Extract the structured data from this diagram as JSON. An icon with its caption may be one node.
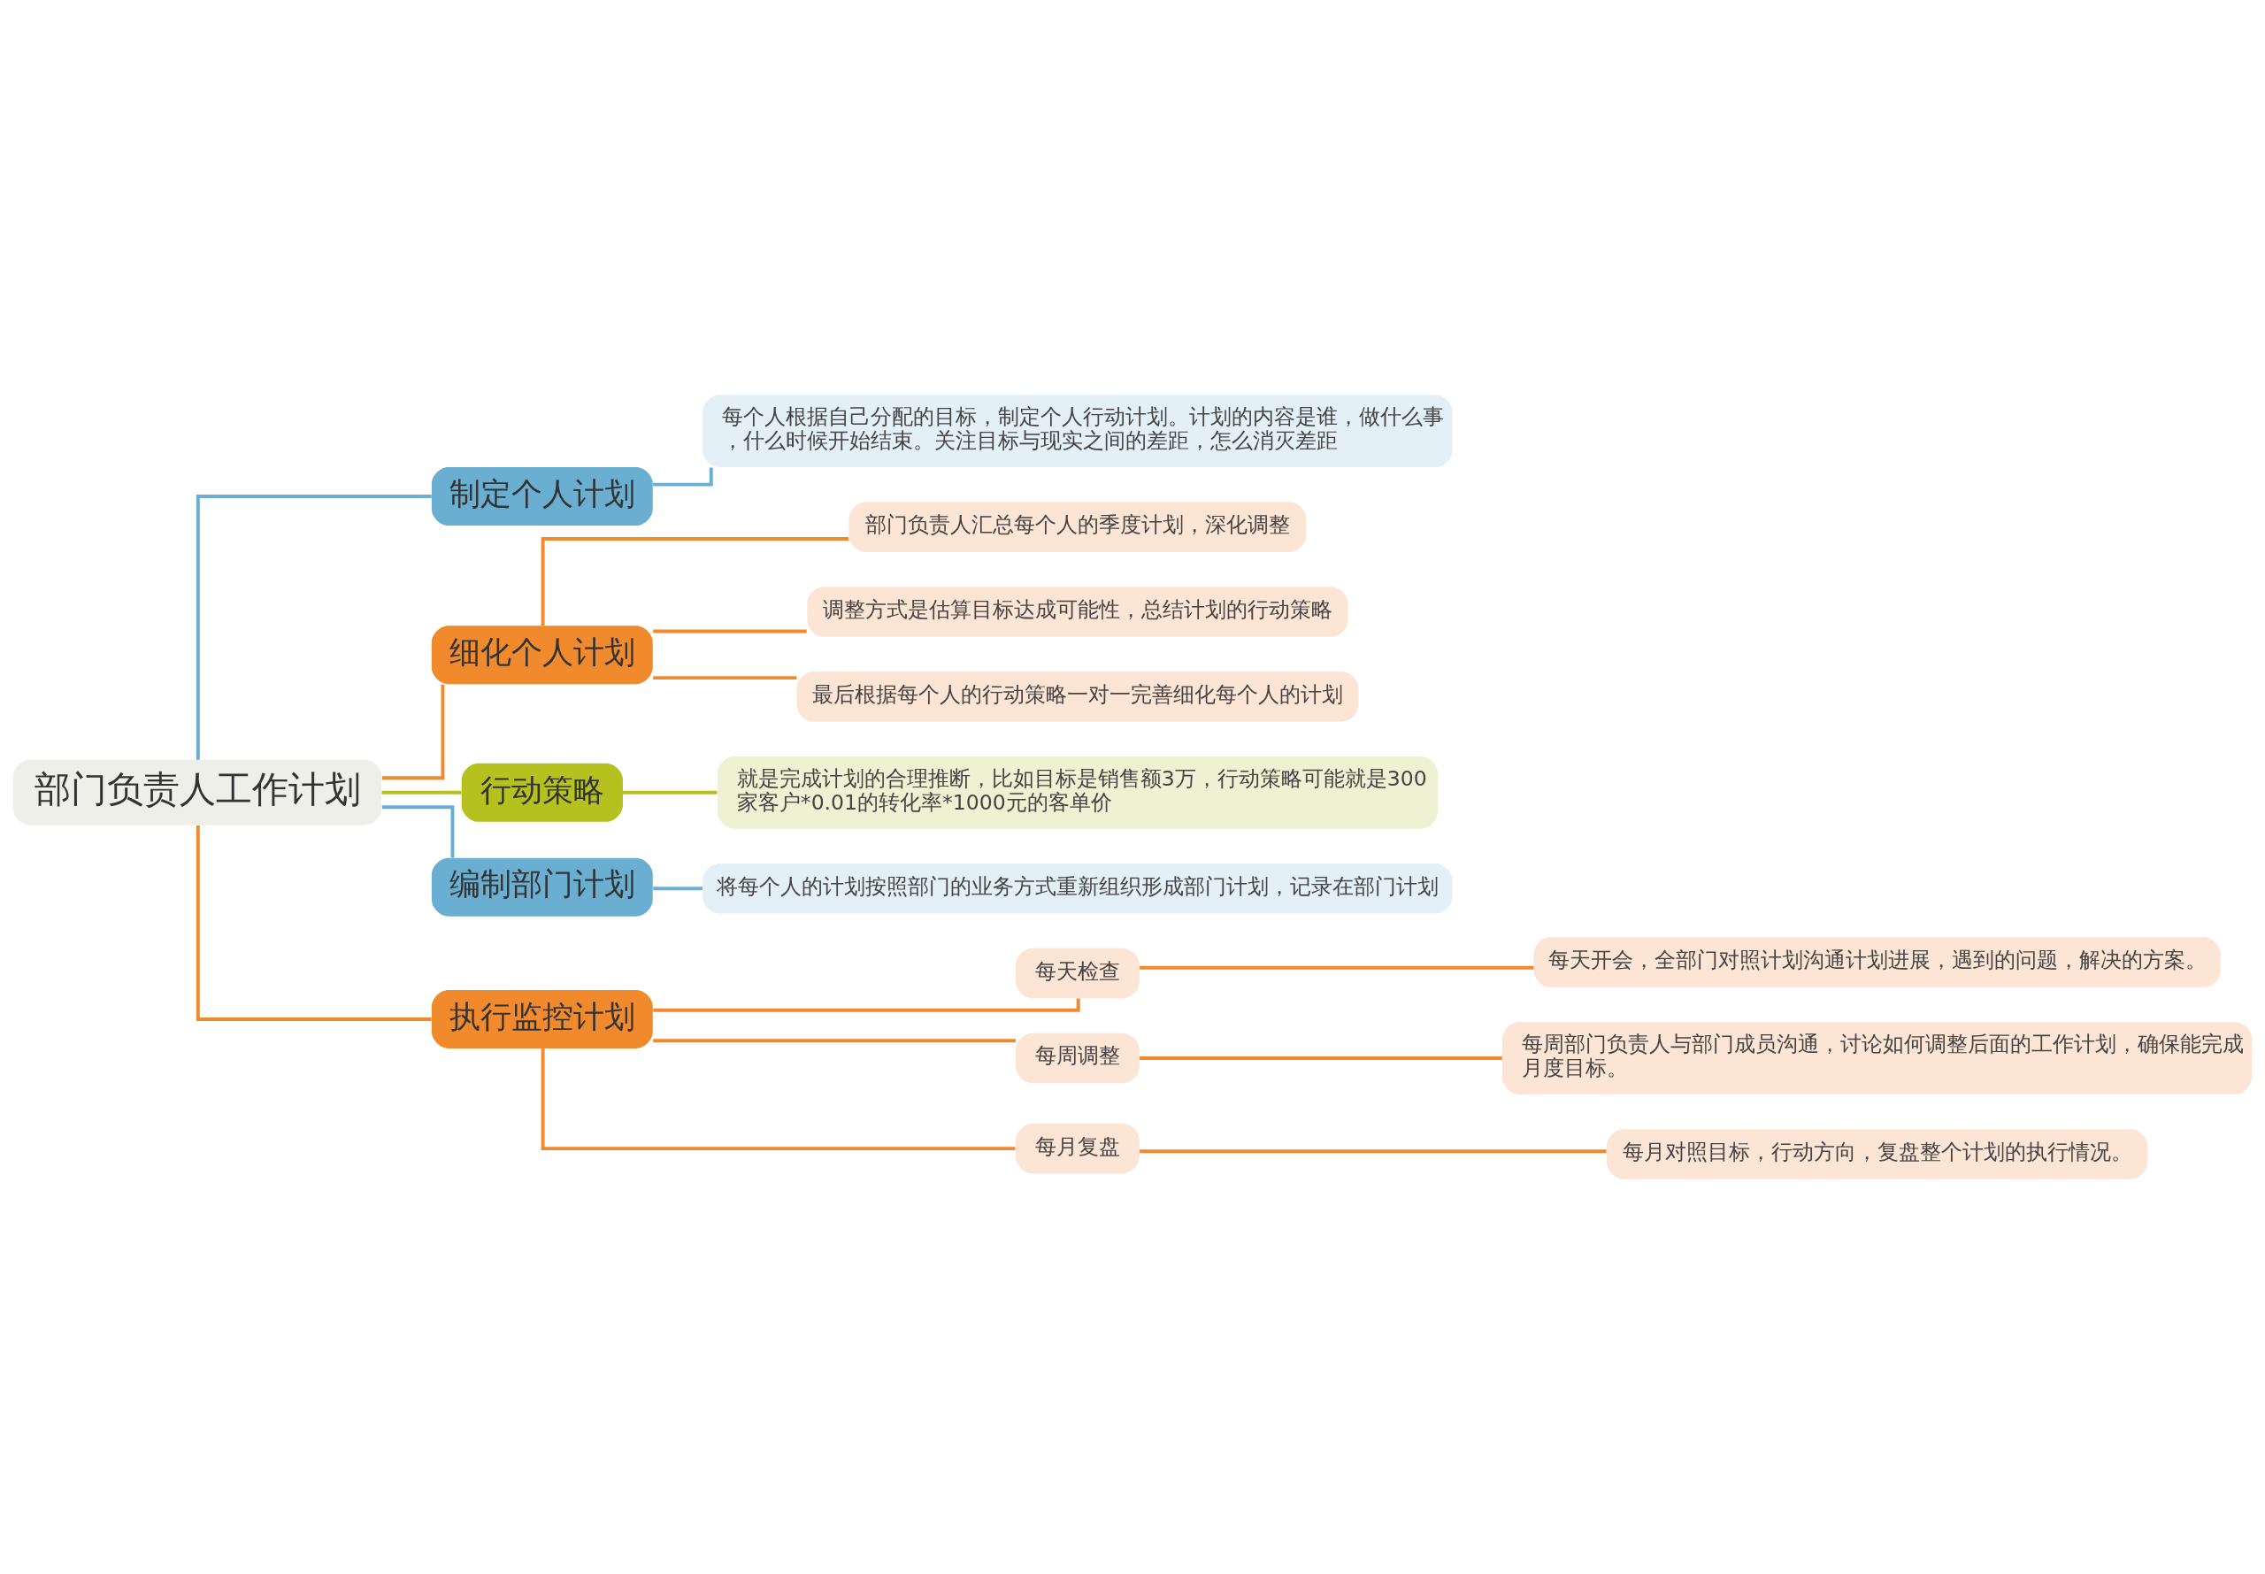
{
  "diagram": {
    "nodes": [
      {
        "text": [
          "部门负责人工作计划"
        ]
      },
      {
        "text": [
          "制定个人计划"
        ]
      },
      {
        "text": [
          "每个人根据自己分配的目标，制定个人行动计划。计划的内容是谁，做什么事，什么时候开始结束。关注目标与现实之间的差距，怎么消灭差距"
        ]
      },
      {
        "text": [
          "细化个人计划"
        ]
      },
      {
        "text": [
          "部门负责人汇总每个人的季度计划，深化调整"
        ]
      },
      {
        "text": [
          "调整方式是估算目标达成可能性，总结计划的行动策略"
        ]
      },
      {
        "text": [
          "最后根据每个人的行动策略一对一完善细化每个人的计划"
        ]
      },
      {
        "text": [
          "行动策略"
        ]
      },
      {
        "text": [
          "就是完成计划的合理推断，比如目标是销售额3万，行动策略可能就是300家客户*0.01的转化率*1000元的客单价"
        ]
      },
      {
        "text": [
          "编制部门计划"
        ]
      },
      {
        "text": [
          "将每个人的计划按照部门的业务方式重新组织形成部门计划，记录在部门计划"
        ]
      },
      {
        "text": [
          "执行监控计划"
        ]
      },
      {
        "text": [
          "每天检查"
        ]
      },
      {
        "text": [
          "每天开会，全部门对照计划沟通计划进展，遇到的问题，解决的方案。"
        ]
      },
      {
        "text": [
          "每周调整"
        ]
      },
      {
        "text": [
          "每周部门负责人与部门成员沟通，讨论如何调整后面的工作计划，确保能完成月度目标。"
        ]
      },
      {
        "text": [
          "每月复盘"
        ]
      },
      {
        "text": [
          "每月对照目标，行动方向，复盘整个计划的执行情况。"
        ]
      }
    ],
    "edges": [
      {
        "from": 0,
        "to": 1,
        "arrow": "none",
        "color": "#6aafd2"
      },
      {
        "from": 1,
        "to": 2,
        "arrow": "none",
        "color": "#6aafd2"
      },
      {
        "from": 0,
        "to": 3,
        "arrow": "none"
      },
      {
        "from": 3,
        "to": 4,
        "arrow": "none"
      },
      {
        "from": 3,
        "to": 5,
        "arrow": "none"
      },
      {
        "from": 3,
        "to": 6,
        "arrow": "none"
      },
      {
        "from": 0,
        "to": 7,
        "arrow": "none",
        "color": "#b5c11e"
      },
      {
        "from": 7,
        "to": 8,
        "arrow": "none",
        "color": "#b5c11e"
      },
      {
        "from": 0,
        "to": 9,
        "arrow": "none",
        "color": "#6aafd2"
      },
      {
        "from": 9,
        "to": 10,
        "arrow": "none",
        "color": "#6aafd2"
      },
      {
        "from": 0,
        "to": 11,
        "arrow": "none"
      },
      {
        "from": 11,
        "to": 12,
        "arrow": "none"
      },
      {
        "from": 12,
        "to": 13,
        "arrow": "none"
      },
      {
        "from": 11,
        "to": 14,
        "arrow": "none"
      },
      {
        "from": 14,
        "to": 15,
        "arrow": "none"
      },
      {
        "from": 11,
        "to": 16,
        "arrow": "none"
      },
      {
        "from": 16,
        "to": 17,
        "arrow": "none"
      }
    ]
  }
}
